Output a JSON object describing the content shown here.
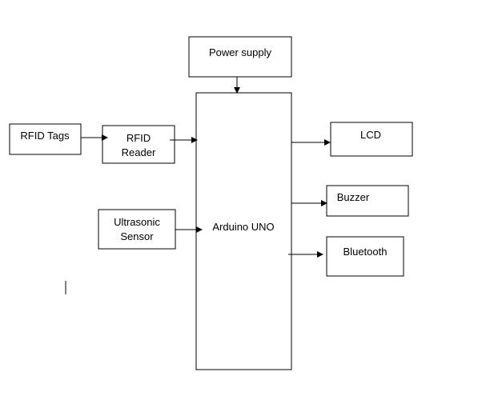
{
  "diagram": {
    "nodes": {
      "power_supply": {
        "label": "Power supply"
      },
      "rfid_tags": {
        "label": "RFID Tags"
      },
      "rfid_reader": {
        "label_lines": [
          "RFID",
          "Reader"
        ]
      },
      "ultrasonic_sensor": {
        "label_lines": [
          "Ultrasonic",
          "Sensor"
        ]
      },
      "arduino_uno": {
        "label": "Arduino UNO"
      },
      "lcd": {
        "label": "LCD"
      },
      "buzzer": {
        "label": "Buzzer"
      },
      "bluetooth": {
        "label": "Bluetooth"
      }
    },
    "edges": [
      {
        "from": "power_supply",
        "to": "arduino_uno"
      },
      {
        "from": "rfid_tags",
        "to": "rfid_reader"
      },
      {
        "from": "rfid_reader",
        "to": "arduino_uno"
      },
      {
        "from": "ultrasonic_sensor",
        "to": "arduino_uno"
      },
      {
        "from": "arduino_uno",
        "to": "lcd"
      },
      {
        "from": "arduino_uno",
        "to": "buzzer"
      },
      {
        "from": "arduino_uno",
        "to": "bluetooth"
      }
    ],
    "colors": {
      "stroke": "#000000",
      "fill": "#ffffff",
      "text": "#000000"
    }
  }
}
